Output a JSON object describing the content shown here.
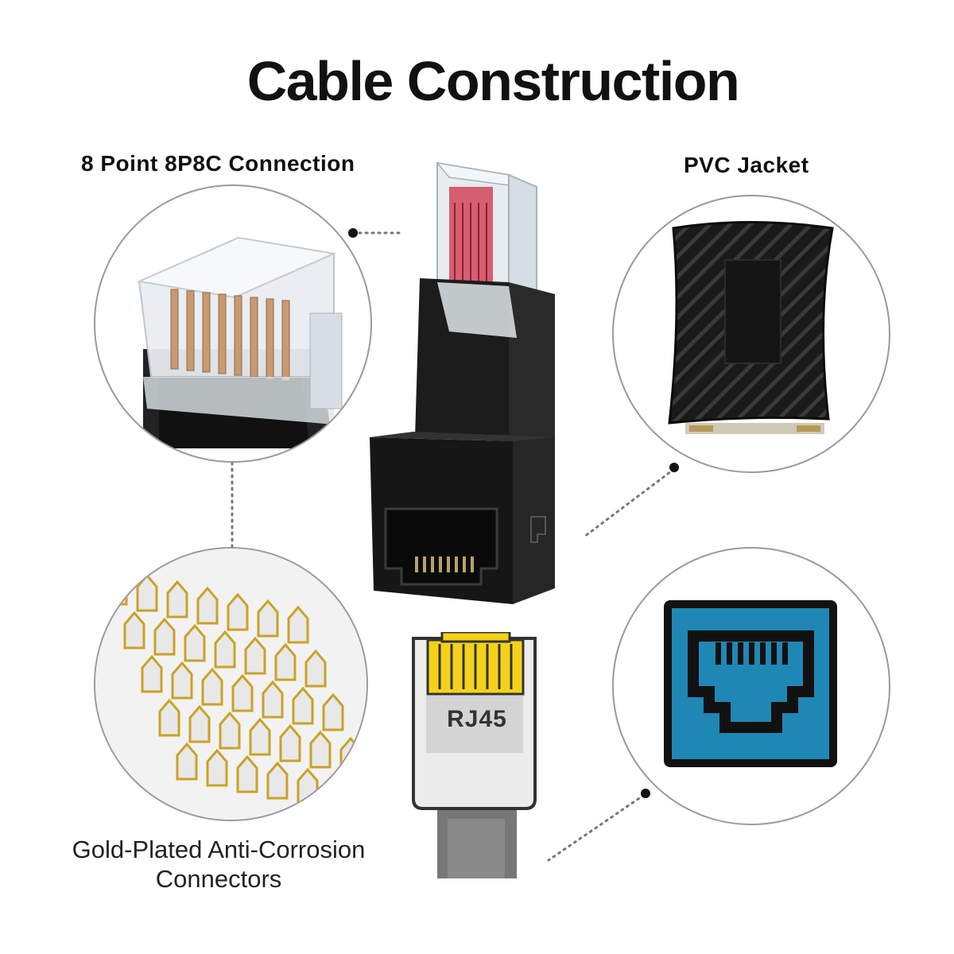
{
  "title": "Cable Construction",
  "labels": {
    "connection": "8 Point 8P8C Connection",
    "jacket": "PVC Jacket",
    "gold_line1": "Gold-Plated Anti-Corrosion",
    "gold_line2": "Connectors",
    "plug": "RJ45"
  },
  "colors": {
    "jack_blue": "#1f87b4",
    "gold": "#d4a82a",
    "plug_yellow": "#f5d21a",
    "adapter_black": "#1c1c1c"
  },
  "icons": [
    "rj45-plug-icon",
    "rj45-port-icon"
  ]
}
